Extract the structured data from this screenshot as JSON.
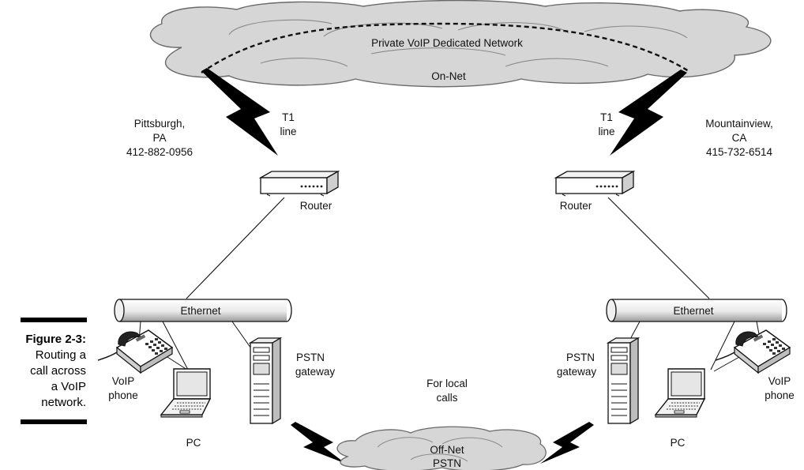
{
  "figure": {
    "number": "Figure 2-3:",
    "caption_lines": [
      "Routing a",
      "call across",
      "a VoIP",
      "network."
    ]
  },
  "networks": {
    "private_title": "Private VoIP Dedicated Network",
    "on_net": "On-Net",
    "off_net": "Off-Net",
    "pstn": "PSTN",
    "local_calls_lines": [
      "For local",
      "calls"
    ]
  },
  "left_site": {
    "city_lines": [
      "Pittsburgh,",
      "PA",
      "412-882-0956"
    ],
    "t1_lines": [
      "T1",
      "line"
    ],
    "router_label": "Router",
    "ethernet_label": "Ethernet",
    "gateway_lines": [
      "PSTN",
      "gateway"
    ],
    "phone_lines": [
      "VoIP",
      "phone"
    ],
    "pc_label": "PC"
  },
  "right_site": {
    "city_lines": [
      "Mountainview,",
      "CA",
      "415-732-6514"
    ],
    "t1_lines": [
      "T1",
      "line"
    ],
    "router_label": "Router",
    "ethernet_label": "Ethernet",
    "gateway_lines": [
      "PSTN",
      "gateway"
    ],
    "phone_lines": [
      "VoIP",
      "phone"
    ],
    "pc_label": "PC"
  }
}
